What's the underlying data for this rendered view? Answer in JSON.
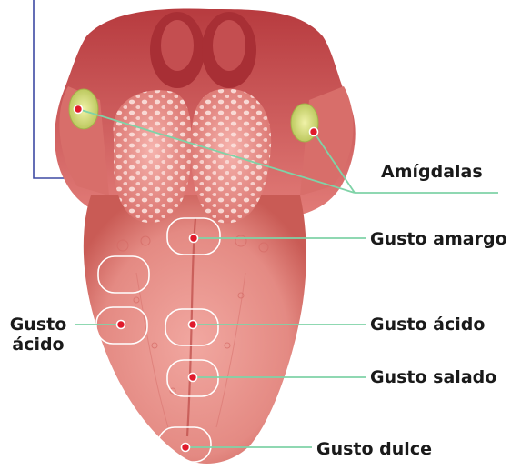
{
  "labels": {
    "amigdalas": "Amígdalas",
    "gusto_amargo": "Gusto amargo",
    "gusto_acido_right": "Gusto ácido",
    "gusto_salado": "Gusto salado",
    "gusto_dulce": "Gusto dulce",
    "gusto_acido_left_line1": "Gusto",
    "gusto_acido_left_line2": "ácido"
  },
  "colors": {
    "leader_line": "#7fd3a7",
    "frame_line": "#3e4aa3",
    "marker_dot": "#e01a2b",
    "tongue": "#e88c86",
    "tonsil": "#c9d66a"
  }
}
